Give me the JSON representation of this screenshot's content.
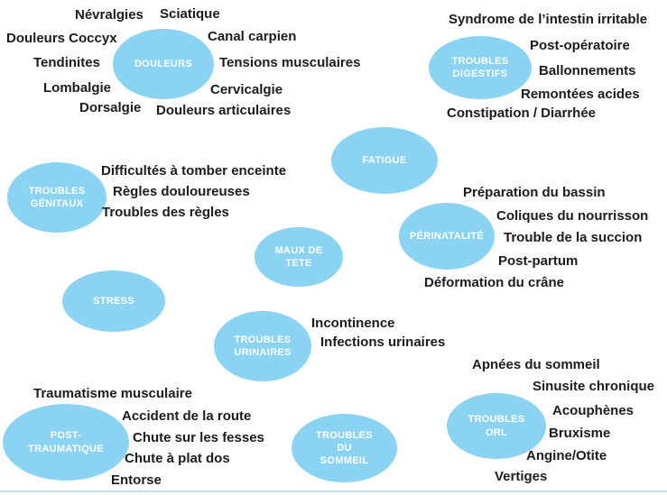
{
  "palette": {
    "bubble_fill": "#8BD3F3",
    "bubble_text": "#FFFFFF",
    "item_text": "#1C1C1C",
    "bottom_rule": "#BFE4F6"
  },
  "diagram": {
    "groups": {
      "douleurs": {
        "bubble": "DOULEURS",
        "items": [
          "Névralgies",
          "Sciatique",
          "Douleurs Coccyx",
          "Canal carpien",
          "Tendinites",
          "Tensions musculaires",
          "Lombalgie",
          "Cervicalgie",
          "Dorsalgie",
          "Douleurs articulaires"
        ]
      },
      "troubles_digestifs": {
        "bubble": "TROUBLES\nDIGESTIFS",
        "items": [
          "Syndrome de l’intestin irritable",
          "Post-opératoire",
          "Ballonnements",
          "Remontées acides",
          "Constipation / Diarrhée"
        ]
      },
      "fatigue": {
        "bubble": "FATIGUE",
        "items": []
      },
      "troubles_genitaux": {
        "bubble": "TROUBLES\nGÉNITAUX",
        "items": [
          "Difficultés à tomber enceinte",
          "Règles douloureuses",
          "Troubles des règles"
        ]
      },
      "maux_de_tete": {
        "bubble": "MAUX DE\nTETE",
        "items": []
      },
      "perinatalite": {
        "bubble": "PÉRINATALITÉ",
        "items": [
          "Préparation du bassin",
          "Coliques du nourrisson",
          "Trouble de la succion",
          "Post-partum",
          "Déformation du crâne"
        ]
      },
      "stress": {
        "bubble": "STRESS",
        "items": []
      },
      "troubles_urinaires": {
        "bubble": "TROUBLES\nURINAIRES",
        "items": [
          "Incontinence",
          "Infections urinaires"
        ]
      },
      "post_traumatique": {
        "bubble": "POST-\nTRAUMATIQUE",
        "items": [
          "Traumatisme musculaire",
          "Accident de la route",
          "Chute sur les fesses",
          "Chute à plat dos",
          "Entorse"
        ]
      },
      "troubles_du_sommeil": {
        "bubble": "TROUBLES\nDU\nSOMMEIL",
        "items": [
          "Apnées du sommeil"
        ]
      },
      "troubles_orl": {
        "bubble": "TROUBLES\nORL",
        "items": [
          "Sinusite chronique",
          "Acouphènes",
          "Bruxisme",
          "Angine/Otite",
          "Vertiges"
        ]
      }
    }
  }
}
